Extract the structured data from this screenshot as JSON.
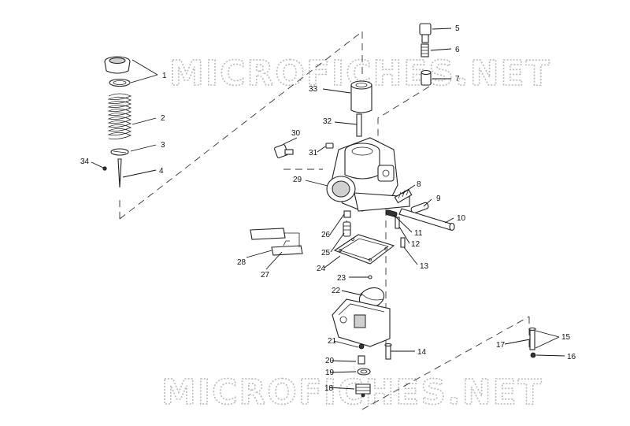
{
  "watermark": {
    "top": "MICROFICHES.NET",
    "bottom": "MICROFICHES.NET"
  },
  "callouts": {
    "c1": "1",
    "c2": "2",
    "c3": "3",
    "c4": "4",
    "c5": "5",
    "c6": "6",
    "c7": "7",
    "c8": "8",
    "c9": "9",
    "c10": "10",
    "c11": "11",
    "c12": "12",
    "c13": "13",
    "c14": "14",
    "c15": "15",
    "c16": "16",
    "c17": "17",
    "c18": "18",
    "c19": "19",
    "c20": "20",
    "c21": "21",
    "c22": "22",
    "c23": "23",
    "c24": "24",
    "c25": "25",
    "c26": "26",
    "c27": "27",
    "c28": "28",
    "c29": "29",
    "c30": "30",
    "c31": "31",
    "c32": "32",
    "c33": "33",
    "c34": "34"
  }
}
